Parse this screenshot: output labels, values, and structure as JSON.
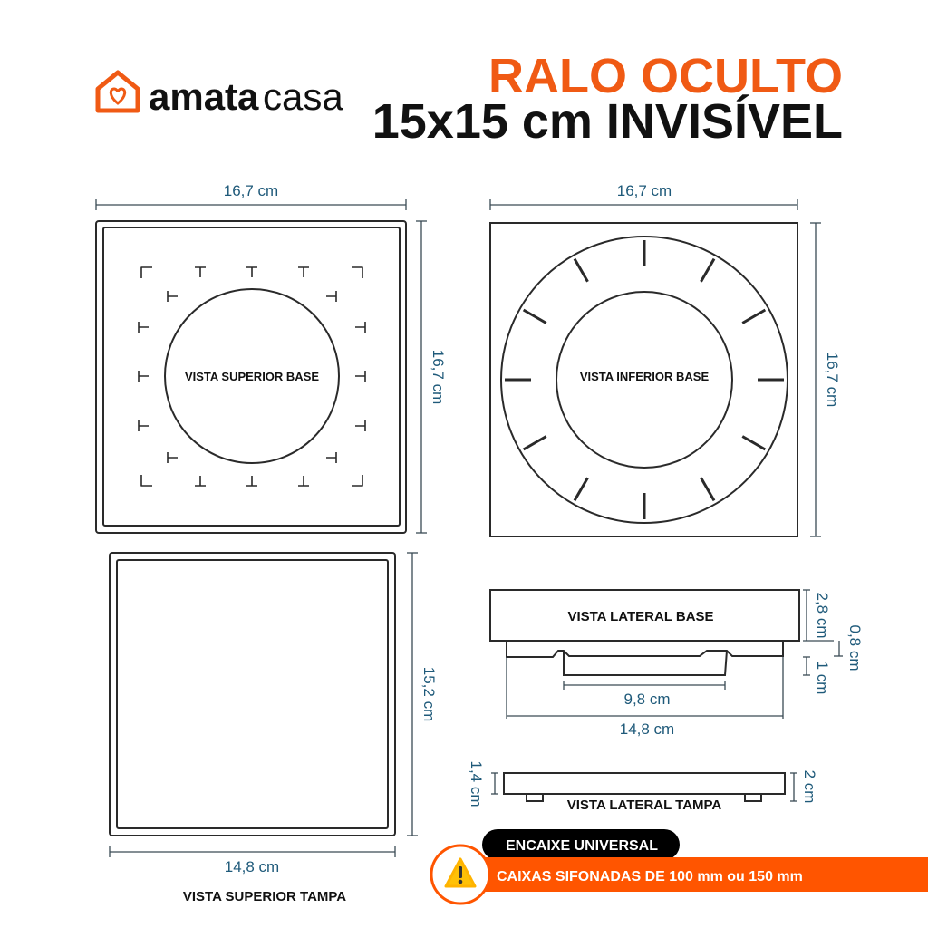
{
  "logo": {
    "name_bold": "amata",
    "name_light": "casa",
    "accent": "#f05a14"
  },
  "title": {
    "line1": "RALO OCULTO",
    "line2": "15x15 cm INVISÍVEL"
  },
  "views": {
    "top_base": {
      "label": "VISTA SUPERIOR BASE",
      "width": "16,7 cm",
      "height": "16,7 cm"
    },
    "bottom_base": {
      "label": "VISTA INFERIOR BASE",
      "width": "16,7 cm",
      "height": "16,7 cm"
    },
    "top_cover": {
      "label": "VISTA SUPERIOR TAMPA",
      "width": "14,8 cm",
      "height": "15,2 cm"
    },
    "side_base": {
      "label": "VISTA LATERAL BASE",
      "height": "2,8 cm",
      "step": "0,8 cm",
      "depth": "1 cm",
      "inner_width": "9,8 cm",
      "width": "14,8 cm"
    },
    "side_cover": {
      "label": "VISTA LATERAL TAMPA",
      "left_height": "1,4 cm",
      "right_height": "2 cm"
    }
  },
  "banner": {
    "badge": "ENCAIXE UNIVERSAL",
    "text": "CAIXAS SIFONADAS DE 100 mm ou 150 mm",
    "icon": "warning-icon",
    "color": "#ff5500"
  }
}
